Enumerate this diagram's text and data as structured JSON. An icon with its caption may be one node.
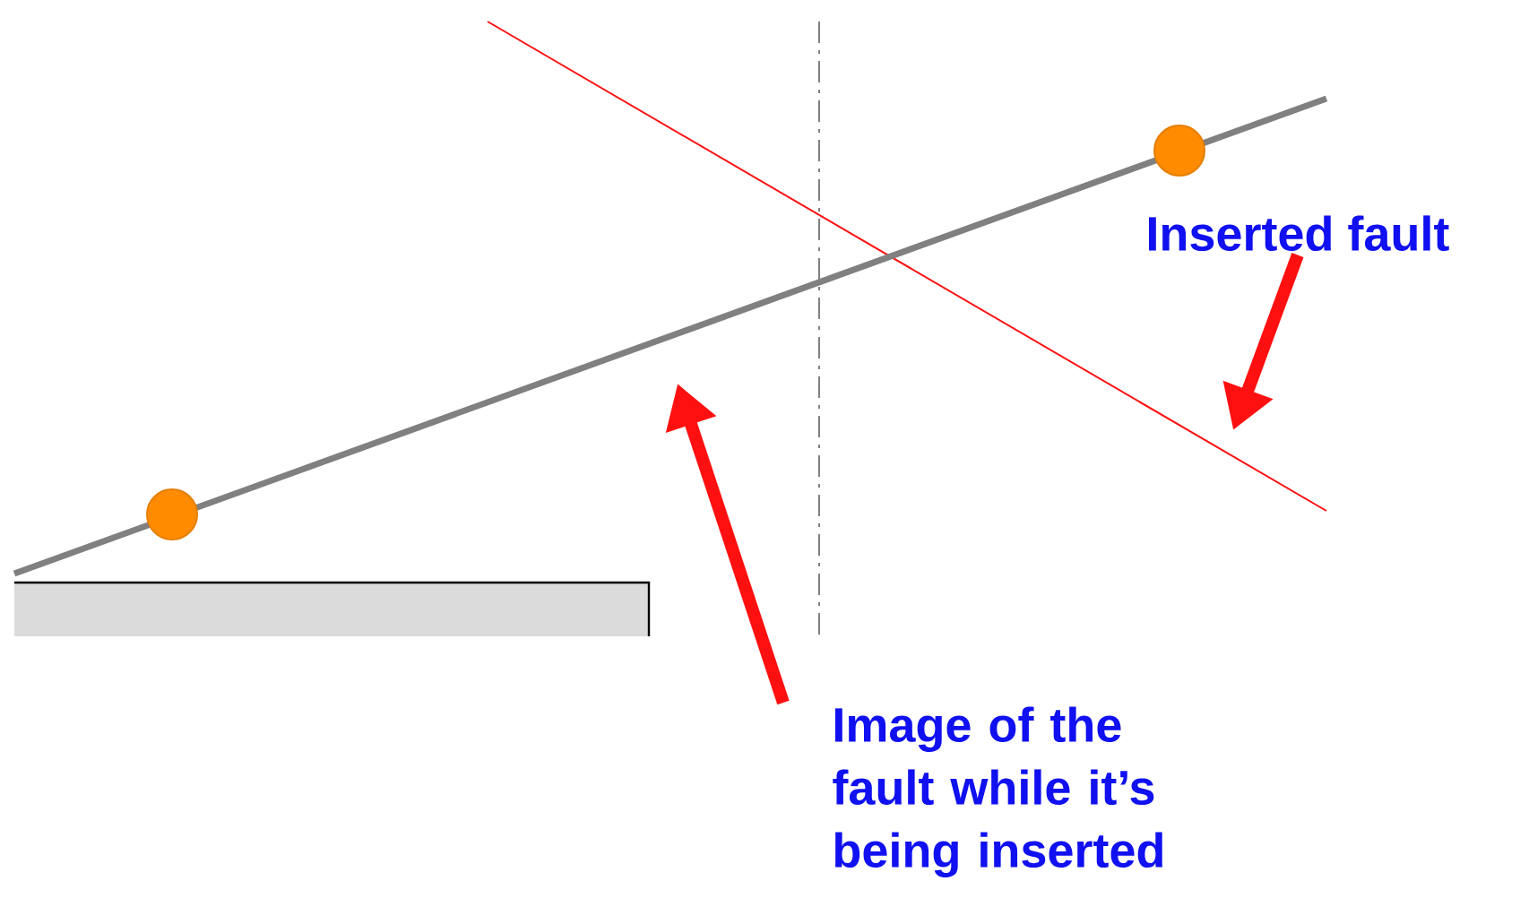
{
  "diagram": {
    "nodes": [
      {
        "text": [
          "Inserted fault"
        ]
      },
      {
        "text": [
          "Image of the fault while it’s being inserted"
        ]
      }
    ],
    "edges": [
      {
        "from": 0,
        "to": null,
        "arrow": "to"
      },
      {
        "from": 1,
        "to": null,
        "arrow": "to"
      }
    ]
  }
}
